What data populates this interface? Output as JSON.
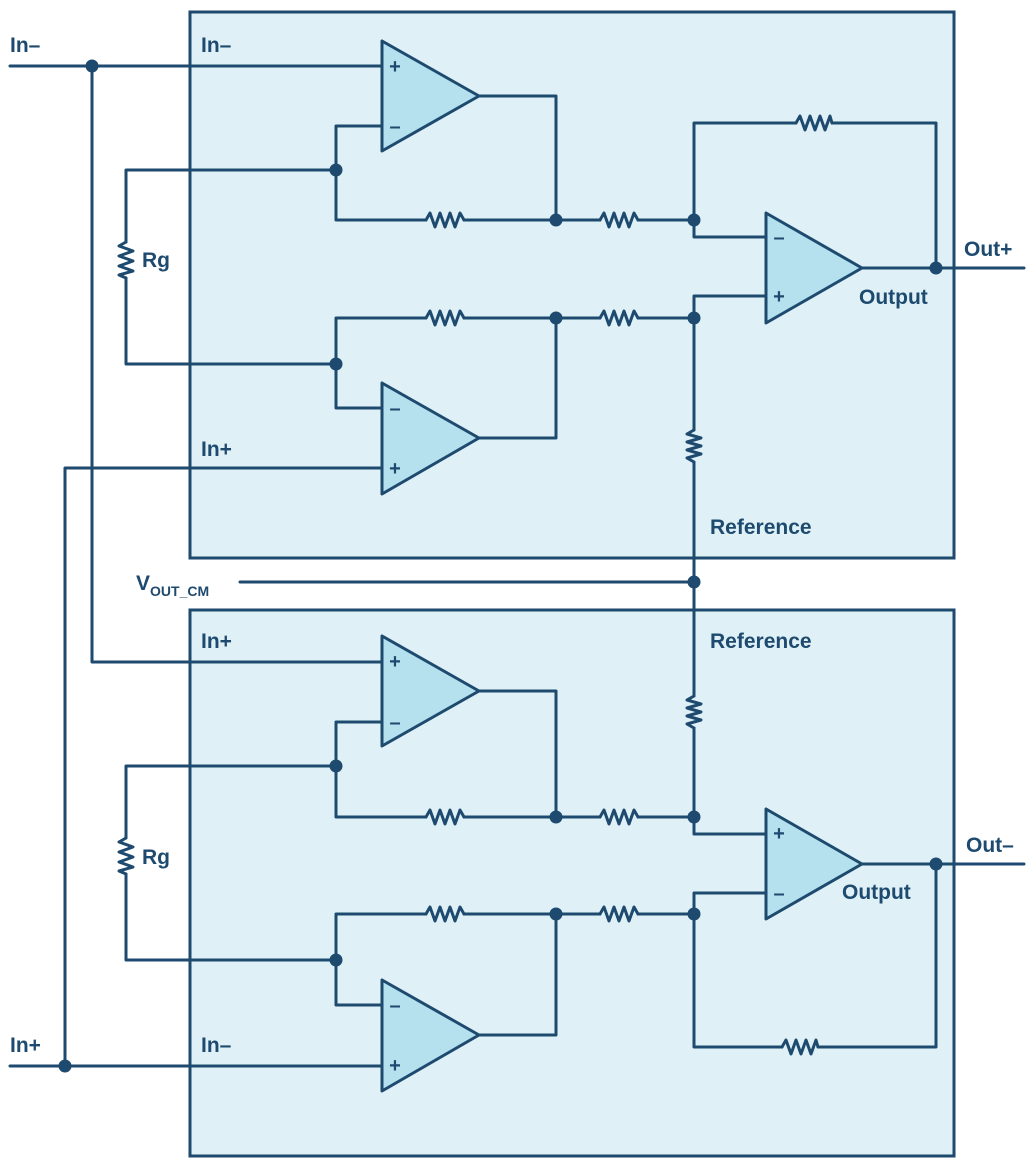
{
  "colors": {
    "wire": "#1d4a6e",
    "block_fill": "#dff1f7",
    "amp_fill": "#b5e0ee",
    "background": "#ffffff"
  },
  "labels": {
    "in_minus_left": "In–",
    "in_plus_left": "In+",
    "out_plus": "Out+",
    "out_minus": "Out–",
    "rg": "Rg",
    "v_main": "V",
    "v_sub": "OUT_CM"
  },
  "top_block": {
    "in_minus": "In–",
    "in_plus": "In+",
    "output": "Output",
    "reference": "Reference"
  },
  "bottom_block": {
    "in_plus": "In+",
    "in_minus": "In–",
    "output": "Output",
    "reference": "Reference"
  },
  "signs": {
    "plus": "+",
    "minus": "–"
  }
}
